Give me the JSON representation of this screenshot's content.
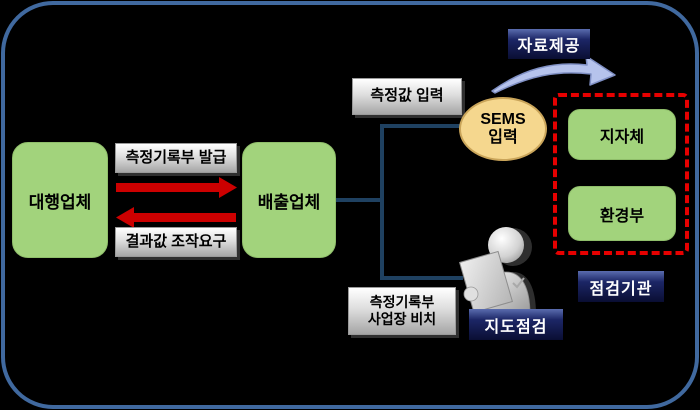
{
  "canvas": {
    "background": "#000000",
    "border_color": "#40699f"
  },
  "nodes": {
    "agency": {
      "label": "대행업체"
    },
    "emitter": {
      "label": "배출업체"
    },
    "local_government": {
      "label": "지자체"
    },
    "ministry_environment": {
      "label": "환경부"
    },
    "sems": {
      "line1": "SEMS",
      "line2": "입력"
    }
  },
  "labels": {
    "issue_record": "측정기록부 발급",
    "request_manipulation": "결과값 조작요구",
    "input_measurement": "측정값 입력",
    "keep_record_line1": "측정기록부",
    "keep_record_line2": "사업장 비치",
    "provide_data": "자료제공",
    "inspection_agency": "점검기관",
    "guidance_inspection": "지도점검"
  },
  "colors": {
    "node_green": "#a2d37c",
    "sems_fill": "#f5d78e",
    "arrow_red": "#cc0000",
    "dashed_border_red": "#e60000",
    "connector_blue": "#1f4161",
    "navy_label_dark": "#0a0e33",
    "curved_arrow_fill": "#b6c3ec"
  },
  "icons": {
    "inspector": "person-reading-clipboard"
  }
}
